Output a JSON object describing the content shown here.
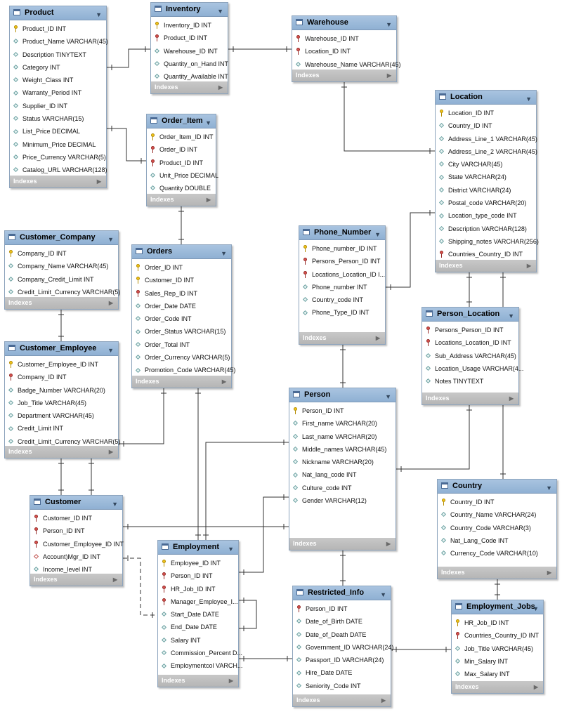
{
  "indexes_label": "Indexes",
  "tables": [
    {
      "id": "product",
      "title": "Product",
      "columns": [
        {
          "name": "Product_ID INT",
          "key": "pk"
        },
        {
          "name": "Product_Name VARCHAR(45)",
          "key": "col"
        },
        {
          "name": "Description TINYTEXT",
          "key": "col"
        },
        {
          "name": "Category INT",
          "key": "col"
        },
        {
          "name": "Weight_Class INT",
          "key": "col"
        },
        {
          "name": "Warranty_Period INT",
          "key": "col"
        },
        {
          "name": "Supplier_ID INT",
          "key": "col"
        },
        {
          "name": "Status VARCHAR(15)",
          "key": "col"
        },
        {
          "name": "List_Price DECIMAL",
          "key": "col"
        },
        {
          "name": "Minimum_Price DECIMAL",
          "key": "col"
        },
        {
          "name": "Price_Currency VARCHAR(5)",
          "key": "col"
        },
        {
          "name": "Catalog_URL VARCHAR(128)",
          "key": "col"
        }
      ]
    },
    {
      "id": "inventory",
      "title": "Inventory",
      "columns": [
        {
          "name": "Inventory_ID INT",
          "key": "pk"
        },
        {
          "name": "Product_ID INT",
          "key": "fk"
        },
        {
          "name": "Warehouse_ID INT",
          "key": "col"
        },
        {
          "name": "Quantity_on_Hand INT",
          "key": "col"
        },
        {
          "name": "Quantity_Available INT",
          "key": "col"
        }
      ]
    },
    {
      "id": "warehouse",
      "title": "Warehouse",
      "columns": [
        {
          "name": "Warehouse_ID INT",
          "key": "fk"
        },
        {
          "name": "Location_ID INT",
          "key": "fk"
        },
        {
          "name": "Warehouse_Name VARCHAR(45)",
          "key": "col"
        }
      ]
    },
    {
      "id": "location",
      "title": "Location",
      "columns": [
        {
          "name": "Location_ID INT",
          "key": "pk"
        },
        {
          "name": "Country_ID INT",
          "key": "col"
        },
        {
          "name": "Address_Line_1 VARCHAR(45)",
          "key": "col"
        },
        {
          "name": "Address_Line_2 VARCHAR(45)",
          "key": "col"
        },
        {
          "name": "City VARCHAR(45)",
          "key": "col"
        },
        {
          "name": "State VARCHAR(24)",
          "key": "col"
        },
        {
          "name": "District VARCHAR(24)",
          "key": "col"
        },
        {
          "name": "Postal_code VARCHAR(20)",
          "key": "col"
        },
        {
          "name": "Location_type_code INT",
          "key": "col"
        },
        {
          "name": "Description VARCHAR(128)",
          "key": "col"
        },
        {
          "name": "Shipping_notes VARCHAR(256)",
          "key": "col"
        },
        {
          "name": "Countries_Country_ID INT",
          "key": "fk"
        }
      ]
    },
    {
      "id": "order_item",
      "title": "Order_Item",
      "columns": [
        {
          "name": "Order_Item_ID INT",
          "key": "pk"
        },
        {
          "name": "Order_ID INT",
          "key": "fk"
        },
        {
          "name": "Product_ID INT",
          "key": "fk"
        },
        {
          "name": "Unit_Price DECIMAL",
          "key": "col"
        },
        {
          "name": "Quantity DOUBLE",
          "key": "col"
        }
      ]
    },
    {
      "id": "customer_company",
      "title": "Customer_Company",
      "columns": [
        {
          "name": "Company_ID INT",
          "key": "pk"
        },
        {
          "name": "Company_Name VARCHAR(45)",
          "key": "col"
        },
        {
          "name": "Company_Credit_Limit INT",
          "key": "col"
        },
        {
          "name": "Credit_Limit_Currency VARCHAR(5)",
          "key": "col"
        }
      ]
    },
    {
      "id": "orders",
      "title": "Orders",
      "columns": [
        {
          "name": "Order_ID INT",
          "key": "pk"
        },
        {
          "name": "Customer_ID INT",
          "key": "pk"
        },
        {
          "name": "Sales_Rep_ID INT",
          "key": "fk"
        },
        {
          "name": "Order_Date DATE",
          "key": "col"
        },
        {
          "name": "Order_Code INT",
          "key": "col"
        },
        {
          "name": "Order_Status VARCHAR(15)",
          "key": "col"
        },
        {
          "name": "Order_Total INT",
          "key": "col"
        },
        {
          "name": "Order_Currency VARCHAR(5)",
          "key": "col"
        },
        {
          "name": "Promotion_Code VARCHAR(45)",
          "key": "col"
        }
      ]
    },
    {
      "id": "phone_number",
      "title": "Phone_Number",
      "columns": [
        {
          "name": "Phone_number_ID INT",
          "key": "pk"
        },
        {
          "name": "Persons_Person_ID INT",
          "key": "fk"
        },
        {
          "name": "Locations_Location_ID I...",
          "key": "fk"
        },
        {
          "name": "Phone_number INT",
          "key": "col"
        },
        {
          "name": "Country_code INT",
          "key": "col"
        },
        {
          "name": "Phone_Type_ID INT",
          "key": "col"
        }
      ]
    },
    {
      "id": "person_location",
      "title": "Person_Location",
      "columns": [
        {
          "name": "Persons_Person_ID INT",
          "key": "fk"
        },
        {
          "name": "Locations_Location_ID INT",
          "key": "fk"
        },
        {
          "name": "Sub_Address VARCHAR(45)",
          "key": "col"
        },
        {
          "name": "Location_Usage VARCHAR(4...",
          "key": "col"
        },
        {
          "name": "Notes TINYTEXT",
          "key": "col"
        }
      ]
    },
    {
      "id": "customer_employee",
      "title": "Customer_Employee",
      "columns": [
        {
          "name": "Customer_Employee_ID INT",
          "key": "pk"
        },
        {
          "name": "Company_ID INT",
          "key": "fk"
        },
        {
          "name": "Badge_Number VARCHAR(20)",
          "key": "col"
        },
        {
          "name": "Job_Title VARCHAR(45)",
          "key": "col"
        },
        {
          "name": "Department VARCHAR(45)",
          "key": "col"
        },
        {
          "name": "Credit_Limit INT",
          "key": "col"
        },
        {
          "name": "Credit_Limit_Currency VARCHAR(5)",
          "key": "col"
        }
      ]
    },
    {
      "id": "person",
      "title": "Person",
      "columns": [
        {
          "name": "Person_ID INT",
          "key": "pk"
        },
        {
          "name": "First_name VARCHAR(20)",
          "key": "col"
        },
        {
          "name": "Last_name VARCHAR(20)",
          "key": "col"
        },
        {
          "name": "Middle_names VARCHAR(45)",
          "key": "col"
        },
        {
          "name": "Nickname VARCHAR(20)",
          "key": "col"
        },
        {
          "name": "Nat_lang_code INT",
          "key": "col"
        },
        {
          "name": "Culture_code INT",
          "key": "col"
        },
        {
          "name": "Gender VARCHAR(12)",
          "key": "col"
        }
      ]
    },
    {
      "id": "country",
      "title": "Country",
      "columns": [
        {
          "name": "Country_ID INT",
          "key": "pk"
        },
        {
          "name": "Country_Name VARCHAR(24)",
          "key": "col"
        },
        {
          "name": "Country_Code VARCHAR(3)",
          "key": "col"
        },
        {
          "name": "Nat_Lang_Code INT",
          "key": "col"
        },
        {
          "name": "Currency_Code VARCHAR(10)",
          "key": "col"
        }
      ]
    },
    {
      "id": "customer",
      "title": "Customer",
      "columns": [
        {
          "name": "Customer_ID INT",
          "key": "fk"
        },
        {
          "name": "Person_ID INT",
          "key": "fk"
        },
        {
          "name": "Customer_Employee_ID INT",
          "key": "fk"
        },
        {
          "name": "Account)Mgr_ID INT",
          "key": "col-red"
        },
        {
          "name": "Income_level INT",
          "key": "col"
        }
      ]
    },
    {
      "id": "employment",
      "title": "Employment",
      "columns": [
        {
          "name": "Employee_ID INT",
          "key": "pk"
        },
        {
          "name": "Person_ID INT",
          "key": "fk"
        },
        {
          "name": "HR_Job_ID INT",
          "key": "fk"
        },
        {
          "name": "Manager_Employee_I...",
          "key": "fk"
        },
        {
          "name": "Start_Date DATE",
          "key": "col"
        },
        {
          "name": "End_Date DATE",
          "key": "col"
        },
        {
          "name": "Salary INT",
          "key": "col"
        },
        {
          "name": "Commission_Percent D...",
          "key": "col"
        },
        {
          "name": "Employmentcol VARCH...",
          "key": "col"
        }
      ]
    },
    {
      "id": "restricted_info",
      "title": "Restricted_Info",
      "columns": [
        {
          "name": "Person_ID INT",
          "key": "fk"
        },
        {
          "name": "Date_of_Birth DATE",
          "key": "col"
        },
        {
          "name": "Date_of_Death DATE",
          "key": "col"
        },
        {
          "name": "Government_ID VARCHAR(24)",
          "key": "col"
        },
        {
          "name": "Passport_ID VARCHAR(24)",
          "key": "col"
        },
        {
          "name": "Hire_Date DATE",
          "key": "col"
        },
        {
          "name": "Seniority_Code INT",
          "key": "col"
        }
      ]
    },
    {
      "id": "employment_jobs",
      "title": "Employment_Jobs",
      "columns": [
        {
          "name": "HR_Job_ID INT",
          "key": "pk"
        },
        {
          "name": "Countries_Country_ID INT",
          "key": "fk"
        },
        {
          "name": "Job_Title VARCHAR(45)",
          "key": "col"
        },
        {
          "name": "Min_Salary INT",
          "key": "col"
        },
        {
          "name": "Max_Salary INT",
          "key": "col"
        }
      ]
    }
  ],
  "relationships": [
    {
      "from": "product",
      "to": "inventory",
      "from_card": "one",
      "to_card": "many"
    },
    {
      "from": "inventory",
      "to": "warehouse",
      "from_card": "zero-or-one",
      "to_card": "many"
    },
    {
      "from": "product",
      "to": "order_item",
      "from_card": "one",
      "to_card": "many"
    },
    {
      "from": "warehouse",
      "to": "location",
      "from_card": "many",
      "to_card": "one"
    },
    {
      "from": "order_item",
      "to": "orders",
      "from_card": "many",
      "to_card": "one"
    },
    {
      "from": "location",
      "to": "phone_number",
      "from_card": "zero-or-one",
      "to_card": "many"
    },
    {
      "from": "location",
      "to": "person_location",
      "from_card": "one",
      "to_card": "many"
    },
    {
      "from": "customer_company",
      "to": "customer_employee",
      "from_card": "one",
      "to_card": "many"
    },
    {
      "from": "phone_number",
      "to": "person",
      "from_card": "many",
      "to_card": "one"
    },
    {
      "from": "person_location",
      "to": "person",
      "from_card": "many",
      "to_card": "one"
    },
    {
      "from": "location",
      "to": "country",
      "from_card": "many",
      "to_card": "one"
    },
    {
      "from": "customer_employee",
      "to": "orders",
      "from_card": "one",
      "to_card": "many"
    },
    {
      "from": "customer_employee",
      "to": "customer",
      "from_card": "one",
      "to_card": "many"
    },
    {
      "from": "orders",
      "to": "customer",
      "from_card": "many",
      "to_card": "one"
    },
    {
      "from": "person",
      "to": "customer",
      "from_card": "one",
      "to_card": "many"
    },
    {
      "from": "person",
      "to": "employment",
      "from_card": "one",
      "to_card": "many"
    },
    {
      "from": "orders",
      "to": "employment",
      "from_card": "many",
      "to_card": "one"
    },
    {
      "from": "customer",
      "to": "employment",
      "from_card": "many",
      "to_card": "one",
      "style": "dashed"
    },
    {
      "from": "employment",
      "to": "employment",
      "from_card": "many",
      "to_card": "one"
    },
    {
      "from": "person",
      "to": "restricted_info",
      "from_card": "one",
      "to_card": "one"
    },
    {
      "from": "employment",
      "to": "restricted_info",
      "from_card": "many",
      "to_card": "one"
    },
    {
      "from": "country",
      "to": "employment_jobs",
      "from_card": "one",
      "to_card": "many"
    },
    {
      "from": "employment_jobs",
      "to": "restricted_info",
      "from_card": "one",
      "to_card": "many"
    }
  ]
}
